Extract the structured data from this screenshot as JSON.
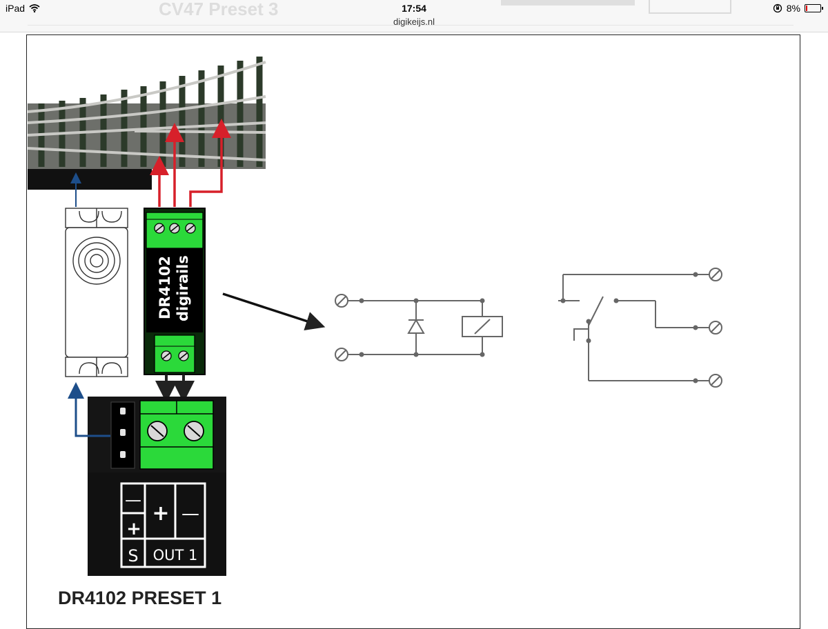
{
  "status_bar": {
    "device": "iPad",
    "time": "17:54",
    "url": "digikeijs.nl",
    "battery": "8%",
    "battery_level": 0.08,
    "icons": [
      "wifi-icon",
      "orientation-lock-icon",
      "battery-icon"
    ]
  },
  "ghost_header": {
    "title": "CV47 Preset 3"
  },
  "diagram": {
    "module_label_line1": "DR4102",
    "module_label_line2": "digirails",
    "terminal_minus_left": "—",
    "terminal_plus_small": "+",
    "terminal_plus": "+",
    "terminal_minus_right": "—",
    "terminal_s": "S",
    "terminal_out": "OUT 1",
    "caption": "DR4102 PRESET 1"
  },
  "colors": {
    "terminal_green": "#2bd93a",
    "module_dark": "#0a2a0a",
    "wire_red": "#d7202a",
    "wire_blue": "#1d4e8a",
    "board_black": "#111111",
    "schematic_gray": "#666666"
  }
}
